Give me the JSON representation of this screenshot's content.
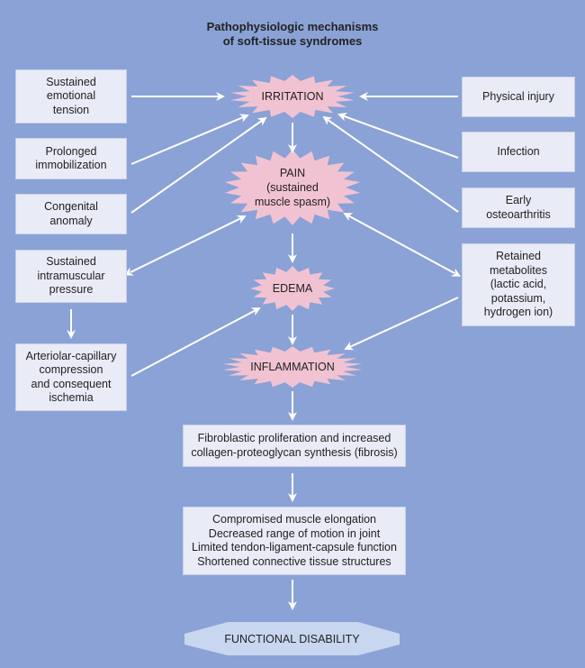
{
  "title": "Pathophysiologic mechanisms\nof soft-tissue syndromes",
  "colors": {
    "background": "#8aa2d5",
    "box": "#e9ebf6",
    "star": "#f1c3d2",
    "outcome": "#c8d6ef",
    "arrow": "#ffffff"
  },
  "left_causes": [
    {
      "id": "emotional",
      "label": "Sustained\nemotional\ntension"
    },
    {
      "id": "immobilization",
      "label": "Prolonged\nimmobilization"
    },
    {
      "id": "congenital",
      "label": "Congenital\nanomaly"
    },
    {
      "id": "intramuscular",
      "label": "Sustained\nintramuscular\npressure"
    },
    {
      "id": "ischemia",
      "label": "Arteriolar-capillary\ncompression\nand consequent\nischemia"
    }
  ],
  "right_causes": [
    {
      "id": "injury",
      "label": "Physical injury"
    },
    {
      "id": "infection",
      "label": "Infection"
    },
    {
      "id": "osteoarthritis",
      "label": "Early\nosteoarthritis"
    },
    {
      "id": "metabolites",
      "label": "Retained\nmetabolites\n(lactic acid,\npotassium,\nhydrogen ion)"
    }
  ],
  "central": [
    {
      "id": "irritation",
      "label": "IRRITATION"
    },
    {
      "id": "pain",
      "label": "PAIN\n(sustained\nmuscle spasm)"
    },
    {
      "id": "edema",
      "label": "EDEMA"
    },
    {
      "id": "inflammation",
      "label": "INFLAMMATION"
    }
  ],
  "fibrosis": "Fibroblastic proliferation and increased\ncollagen-proteoglycan synthesis (fibrosis)",
  "consequences": "Compromised muscle elongation\nDecreased range of motion in joint\nLimited tendon-ligament-capsule function\nShortened connective tissue structures",
  "outcome": "FUNCTIONAL DISABILITY",
  "edges": [
    {
      "from": "emotional",
      "to": "irritation"
    },
    {
      "from": "immobilization",
      "to": "irritation"
    },
    {
      "from": "congenital",
      "to": "irritation"
    },
    {
      "from": "injury",
      "to": "irritation"
    },
    {
      "from": "infection",
      "to": "irritation"
    },
    {
      "from": "osteoarthritis",
      "to": "irritation"
    },
    {
      "from": "irritation",
      "to": "pain"
    },
    {
      "from": "pain",
      "to": "intramuscular",
      "bidirectional": true
    },
    {
      "from": "pain",
      "to": "metabolites",
      "bidirectional": true
    },
    {
      "from": "pain",
      "to": "edema"
    },
    {
      "from": "intramuscular",
      "to": "ischemia"
    },
    {
      "from": "ischemia",
      "to": "edema"
    },
    {
      "from": "edema",
      "to": "inflammation"
    },
    {
      "from": "metabolites",
      "to": "inflammation"
    },
    {
      "from": "inflammation",
      "to": "fibrosis"
    },
    {
      "from": "fibrosis",
      "to": "consequences"
    },
    {
      "from": "consequences",
      "to": "outcome"
    }
  ]
}
